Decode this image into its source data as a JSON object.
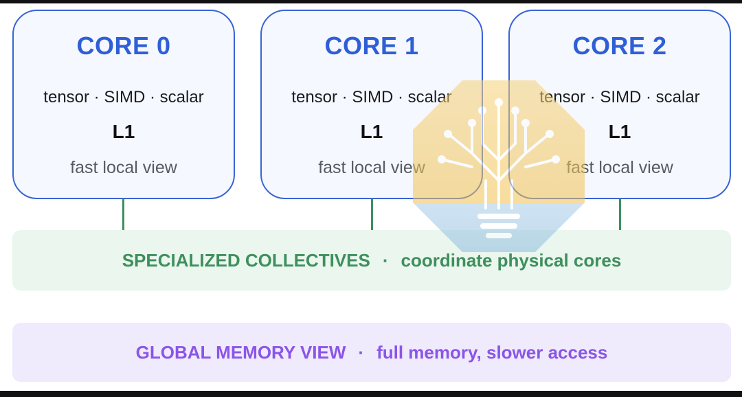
{
  "cores": [
    {
      "title": "CORE 0",
      "units": "tensor · SIMD · scalar",
      "cache": "L1",
      "desc": "fast local view"
    },
    {
      "title": "CORE 1",
      "units": "tensor · SIMD · scalar",
      "cache": "L1",
      "desc": "fast local view"
    },
    {
      "title": "CORE 2",
      "units": "tensor · SIMD · scalar",
      "cache": "L1",
      "desc": "fast local view"
    }
  ],
  "collectives": {
    "label": "SPECIALIZED COLLECTIVES",
    "separator": "·",
    "detail": "coordinate physical cores"
  },
  "memory": {
    "label": "GLOBAL MEMORY VIEW",
    "separator": "·",
    "detail": "full memory, slower access"
  },
  "colors": {
    "core_accent": "#2f5fd6",
    "collectives_text": "#3e8f5c",
    "memory_text": "#8a55e8",
    "watermark": "#f2c14e"
  },
  "watermark_icon": "circuit-tree-lightbulb-icon"
}
